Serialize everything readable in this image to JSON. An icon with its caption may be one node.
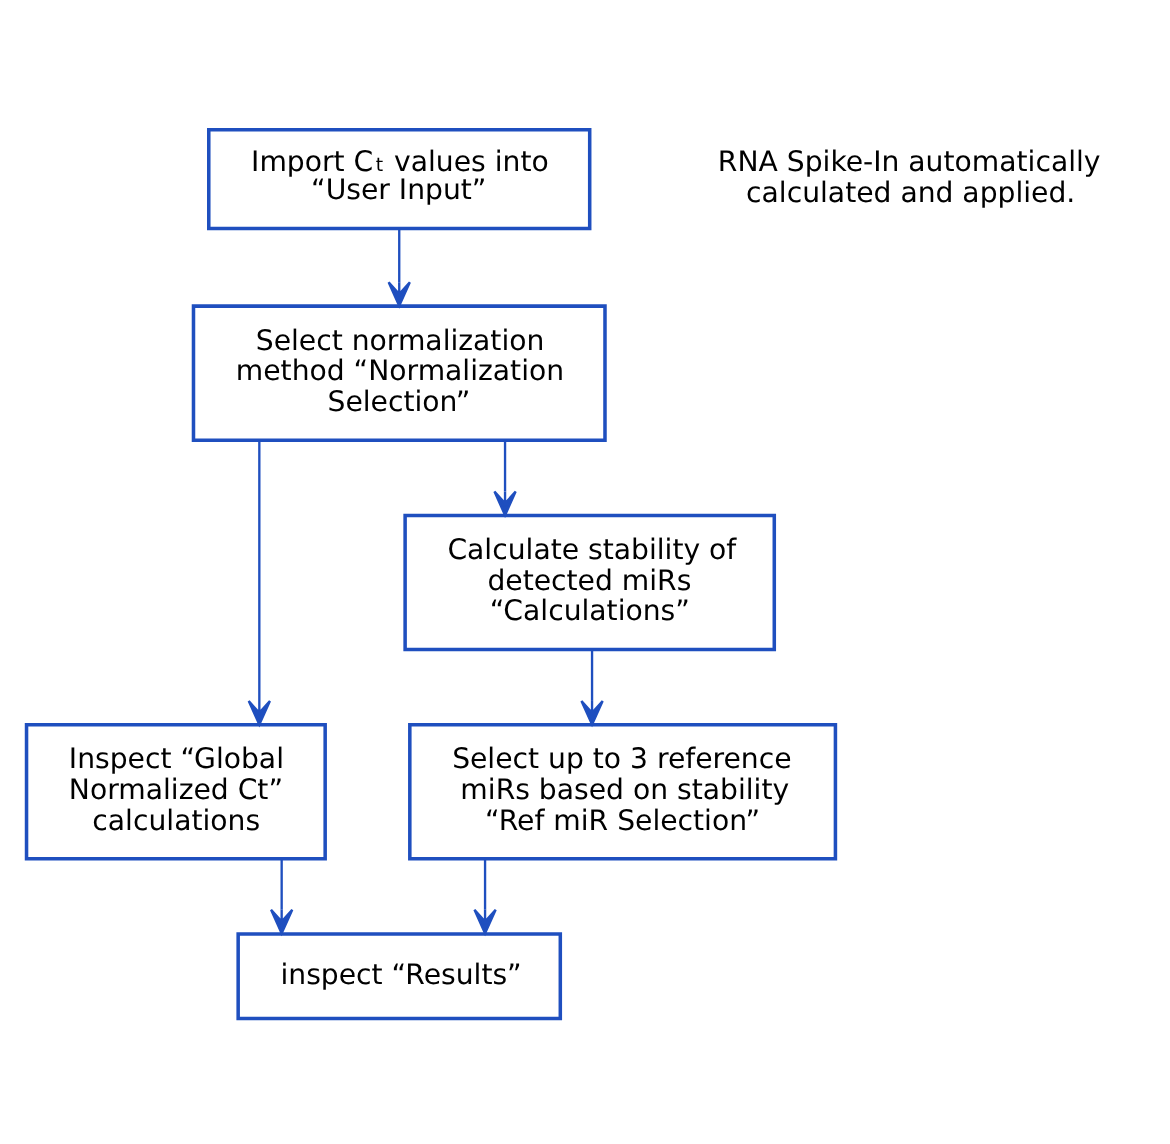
{
  "diagram": {
    "nodes": [
      {
        "text": [
          "Import C$_{t}$ values into “User Input”"
        ]
      },
      {
        "text": [
          "Select normalization method “Normalization Selection”"
        ]
      },
      {
        "text": [
          "Inspect “Global Normalized Ct” calculations"
        ]
      },
      {
        "text": [
          "Calculate stability of detected miRs “Calculations”"
        ]
      },
      {
        "text": [
          "Select up to 3 reference miRs based on stability “Ref miR Selection”"
        ]
      },
      {
        "text": [
          "inspect “Results”"
        ]
      }
    ],
    "edges": [
      {
        "from": 0,
        "to": 1,
        "arrow": "to"
      },
      {
        "from": 1,
        "to": 2,
        "arrow": "to"
      },
      {
        "from": 1,
        "to": 3,
        "arrow": "to"
      },
      {
        "from": 3,
        "to": 4,
        "arrow": "to"
      },
      {
        "from": 2,
        "to": 5,
        "arrow": "to"
      },
      {
        "from": 4,
        "to": 5,
        "arrow": "to"
      }
    ],
    "labels": [
      "RNA Spike-In automatically calculated and applied."
    ]
  }
}
